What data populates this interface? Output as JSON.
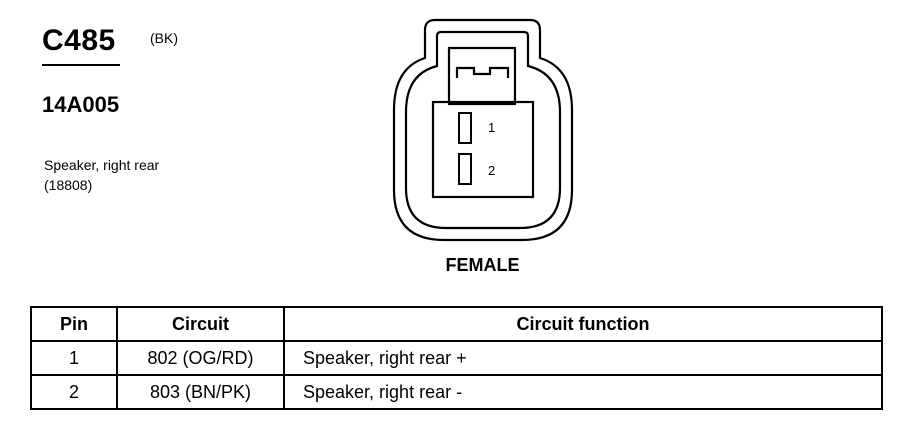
{
  "connector": {
    "id": "C485",
    "color": "(BK)",
    "part_number": "14A005",
    "description_line1": "Speaker, right rear",
    "description_line2": "(18808)",
    "view_label": "FEMALE",
    "pin_labels": [
      "1",
      "2"
    ]
  },
  "pin_table": {
    "headers": {
      "pin": "Pin",
      "circuit": "Circuit",
      "function": "Circuit function"
    },
    "rows": [
      {
        "pin": "1",
        "circuit": "802 (OG/RD)",
        "function": "Speaker, right rear +"
      },
      {
        "pin": "2",
        "circuit": "803 (BN/PK)",
        "function": "Speaker, right rear -"
      }
    ]
  }
}
